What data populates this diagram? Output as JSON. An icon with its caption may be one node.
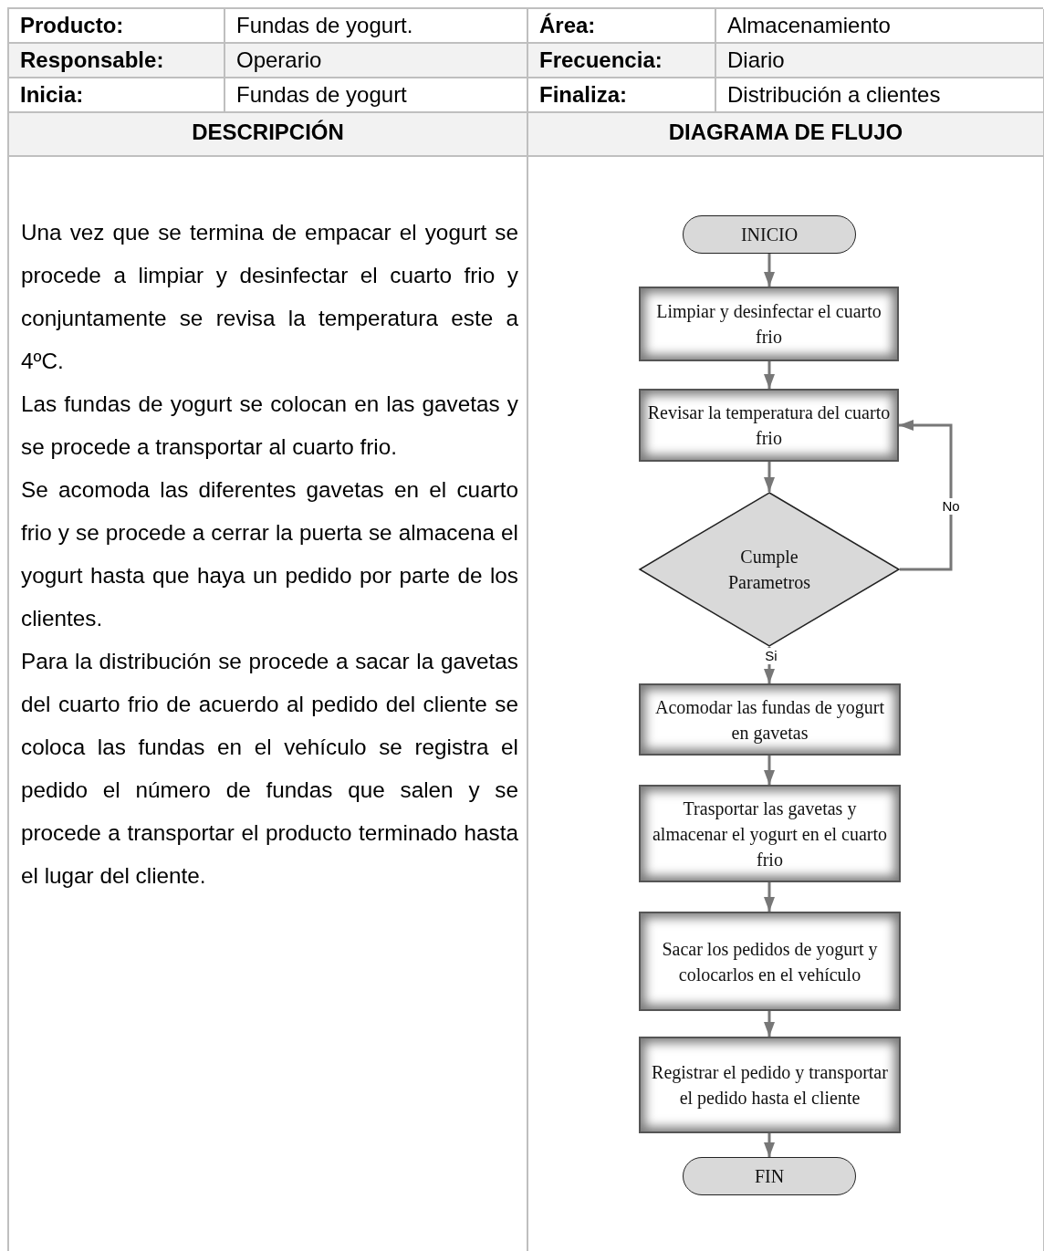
{
  "diagram": {
    "nodes": [
      {
        "text": [
          "INICIO"
        ]
      },
      {
        "text": [
          "Limpiar y desinfectar el cuarto frio"
        ]
      },
      {
        "text": [
          "Revisar la temperatura del cuarto frio"
        ]
      },
      {
        "text": [
          "Cumple Parametros"
        ]
      },
      {
        "text": [
          "Acomodar las fundas de yogurt en gavetas"
        ]
      },
      {
        "text": [
          "Trasportar las gavetas y almacenar el yogurt en el cuarto frio"
        ]
      },
      {
        "text": [
          "Sacar los pedidos de yogurt y colocarlos en el vehículo"
        ]
      },
      {
        "text": [
          "Registrar el pedido y transportar el pedido hasta el cliente"
        ]
      },
      {
        "text": [
          "FIN"
        ]
      }
    ],
    "edges": [
      {
        "from": 0,
        "to": 1,
        "arrow": "to"
      },
      {
        "from": 1,
        "to": 2,
        "arrow": "to"
      },
      {
        "from": 2,
        "to": 3,
        "arrow": "to"
      },
      {
        "from": 3,
        "to": 2,
        "arrow": "to",
        "label": "No"
      },
      {
        "from": 3,
        "to": 4,
        "arrow": "to",
        "label": "Si"
      },
      {
        "from": 4,
        "to": 5,
        "arrow": "to"
      },
      {
        "from": 5,
        "to": 6,
        "arrow": "to"
      },
      {
        "from": 6,
        "to": 7,
        "arrow": "to"
      },
      {
        "from": 7,
        "to": 8,
        "arrow": "to"
      }
    ],
    "labels": [
      "Producto:",
      "Fundas de yogurt.",
      "Área:",
      "Almacenamiento",
      "Responsable:",
      "Operario",
      "Frecuencia:",
      "Diario",
      "Inicia:",
      "Fundas de yogurt",
      "Finaliza:",
      "Distribución a clientes",
      "DESCRIPCIÓN",
      "DIAGRAMA DE FLUJO",
      "Una vez que se termina de empacar el yogurt se procede a limpiar y desinfectar el cuarto frio y conjuntamente se revisa la temperatura este a 4ºC.",
      "Las fundas de yogurt se colocan en las gavetas y se procede a transportar al cuarto frio.",
      "Se acomoda las diferentes gavetas en el cuarto frio y se procede a cerrar la puerta se almacena el yogurt hasta que haya un pedido por parte de los clientes.",
      "Para la distribución se procede a sacar la gavetas del cuarto frio de acuerdo al pedido del cliente se coloca las fundas en el vehículo se registra el pedido el número de fundas que salen y se procede a transportar el producto terminado hasta el lugar del cliente."
    ]
  }
}
